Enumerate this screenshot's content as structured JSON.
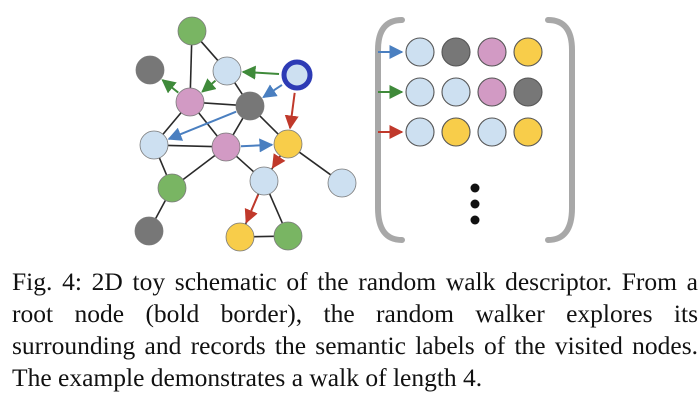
{
  "caption": {
    "label": "Fig. 4:",
    "text": "2D toy schematic of the random walk descriptor. From a root node (bold border), the random walker explores its surrounding and records the semantic labels of the visited nodes. The example demonstrates a walk of length 4."
  },
  "colors": {
    "green": "#79b563",
    "gray": "#777777",
    "pink": "#d29ac4",
    "lightblue": "#cde0f1",
    "yellow": "#f8cd4a",
    "root_border": "#2d3bb5",
    "arrow_blue": "#4a7fc0",
    "arrow_green": "#3f8a3a",
    "arrow_red": "#c0392b"
  },
  "graph": {
    "nodes": [
      {
        "id": "n1",
        "label": "green"
      },
      {
        "id": "n2",
        "label": "gray"
      },
      {
        "id": "n3",
        "label": "lightblue"
      },
      {
        "id": "root",
        "label": "lightblue",
        "root": true
      },
      {
        "id": "n5",
        "label": "pink"
      },
      {
        "id": "n6",
        "label": "gray"
      },
      {
        "id": "n7",
        "label": "lightblue"
      },
      {
        "id": "n8",
        "label": "pink"
      },
      {
        "id": "n9",
        "label": "yellow"
      },
      {
        "id": "n10",
        "label": "green"
      },
      {
        "id": "n11",
        "label": "lightblue"
      },
      {
        "id": "n12",
        "label": "lightblue"
      },
      {
        "id": "n13",
        "label": "gray"
      },
      {
        "id": "n14",
        "label": "yellow"
      },
      {
        "id": "n15",
        "label": "green"
      }
    ],
    "edges": [
      [
        "n1",
        "n3"
      ],
      [
        "n1",
        "n5"
      ],
      [
        "n5",
        "n6"
      ],
      [
        "n3",
        "n6"
      ],
      [
        "n5",
        "n7"
      ],
      [
        "n5",
        "n8"
      ],
      [
        "n6",
        "n8"
      ],
      [
        "n6",
        "n9"
      ],
      [
        "n7",
        "n8"
      ],
      [
        "n7",
        "n10"
      ],
      [
        "n8",
        "n10"
      ],
      [
        "n8",
        "n11"
      ],
      [
        "n9",
        "n11"
      ],
      [
        "n9",
        "n12"
      ],
      [
        "n10",
        "n13"
      ],
      [
        "n11",
        "n14"
      ],
      [
        "n11",
        "n15"
      ],
      [
        "n14",
        "n15"
      ]
    ],
    "walks": [
      {
        "color": "blue",
        "steps": [
          [
            "root",
            "n6"
          ],
          [
            "n6",
            "n7"
          ],
          [
            "n8",
            "n9"
          ]
        ]
      },
      {
        "color": "green",
        "steps": [
          [
            "root",
            "n3"
          ],
          [
            "n3",
            "n5"
          ],
          [
            "n5",
            "n2"
          ]
        ]
      },
      {
        "color": "red",
        "steps": [
          [
            "root",
            "n9"
          ],
          [
            "n9",
            "n11"
          ],
          [
            "n11",
            "n14"
          ]
        ]
      }
    ]
  },
  "matrix": {
    "rows": [
      {
        "arrow": "blue",
        "labels": [
          "lightblue",
          "gray",
          "pink",
          "yellow"
        ]
      },
      {
        "arrow": "green",
        "labels": [
          "lightblue",
          "lightblue",
          "pink",
          "gray"
        ]
      },
      {
        "arrow": "red",
        "labels": [
          "lightblue",
          "yellow",
          "lightblue",
          "yellow"
        ]
      }
    ],
    "continuation": "⋮"
  }
}
